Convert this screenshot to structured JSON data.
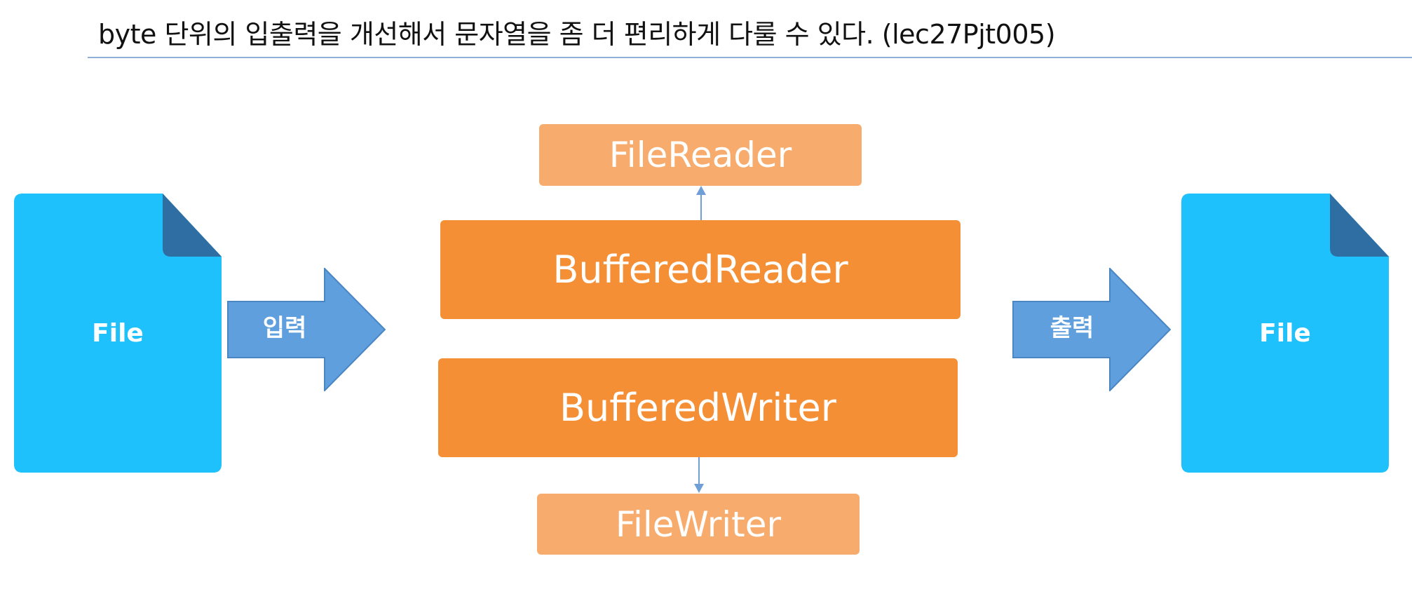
{
  "slide": {
    "title": "byte 단위의 입출력을 개선해서 문자열을 좀 더 편리하게 다룰 수 있다. (lec27Pjt005)"
  },
  "diagram": {
    "source_file": {
      "label": "File"
    },
    "input_arrow": {
      "label": "입력"
    },
    "buffered_reader": {
      "label": "BufferedReader"
    },
    "file_reader": {
      "label": "FileReader"
    },
    "buffered_writer": {
      "label": "BufferedWriter"
    },
    "file_writer": {
      "label": "FileWriter"
    },
    "output_arrow": {
      "label": "출력"
    },
    "target_file": {
      "label": "File"
    }
  },
  "colors": {
    "file": "#1ec1fb",
    "file_fold": "#2e6ea3",
    "arrow": "#5f9fdd",
    "arrow_border": "#4a86c4",
    "buffered_box": "#f58f36",
    "wrapped_box": "#f7ab6c",
    "connector": "#6f9fd6",
    "title_rule": "#8fb0d6"
  }
}
